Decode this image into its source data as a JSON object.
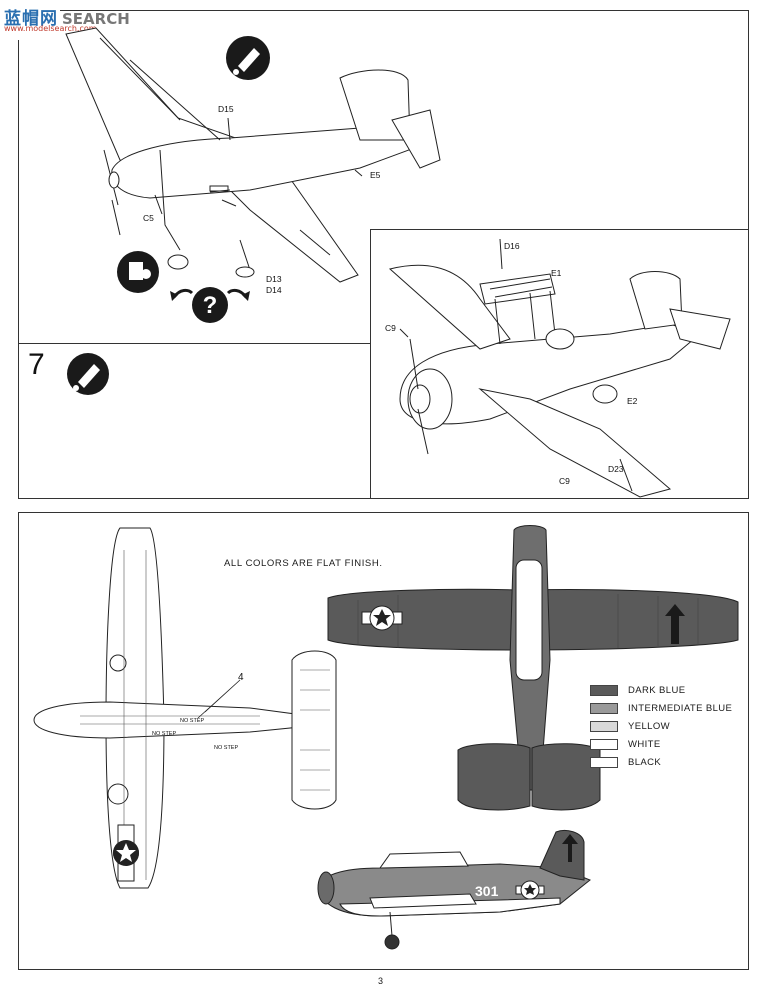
{
  "watermark": {
    "cn": "蓝帽网",
    "en": "SEARCH",
    "url": "www.modelsearch.com"
  },
  "step1": {
    "part_labels": [
      "D15",
      "E5",
      "C5",
      "D13",
      "D14"
    ],
    "icons": [
      "glue-icon",
      "paint-icon",
      "help-rotate-icon"
    ]
  },
  "step2": {
    "number": "7",
    "part_labels": [
      "D16",
      "E1",
      "C9",
      "E2",
      "D23",
      "C9"
    ],
    "icons": [
      "glue-icon"
    ]
  },
  "painting": {
    "caption": "ALL COLORS ARE FLAT FINISH.",
    "callout": "4",
    "stencils": [
      "NO STEP",
      "NO STEP",
      "NO STEP"
    ],
    "fuselage_code": "301",
    "legend": [
      {
        "label": "DARK BLUE",
        "color": "#5a5a5a"
      },
      {
        "label": "INTERMEDIATE BLUE",
        "color": "#9a9a9a"
      },
      {
        "label": "YELLOW",
        "color": "#d9d9d9"
      },
      {
        "label": "WHITE",
        "color": "#ffffff"
      },
      {
        "label": "BLACK",
        "color": "#ffffff"
      }
    ]
  },
  "page_number": "3"
}
